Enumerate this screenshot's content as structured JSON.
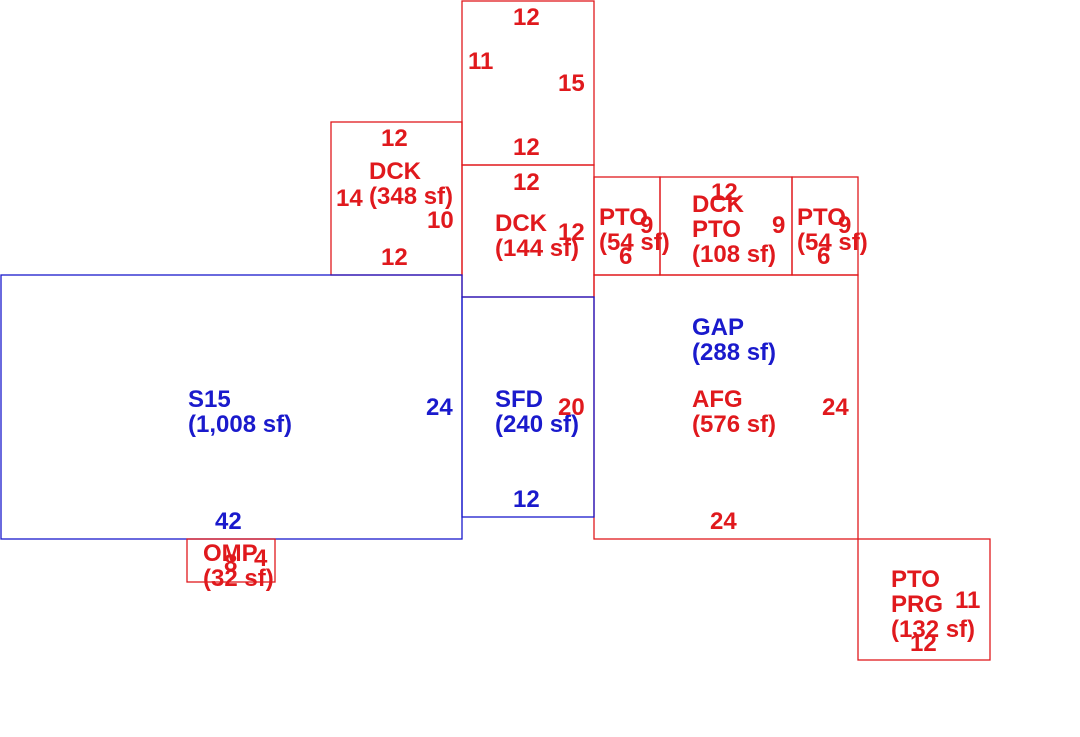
{
  "colors": {
    "red": "#e0191d",
    "blue": "#1a1acc",
    "background": "#ffffff"
  },
  "areas": {
    "dck_top": {
      "code": "DCK",
      "size": "(348 sf)",
      "color": "red"
    },
    "dck_mid": {
      "code": "DCK",
      "size": "(144 sf)",
      "color": "red"
    },
    "pto_left": {
      "code": "PTO",
      "size": "(54 sf)",
      "color": "red"
    },
    "dck_pto": {
      "code1": "DCK",
      "code2": "PTO",
      "size": "(108 sf)",
      "color": "red"
    },
    "pto_right": {
      "code": "PTO",
      "size": "(54 sf)",
      "color": "red"
    },
    "gap": {
      "code": "GAP",
      "size": "(288 sf)",
      "color": "blue"
    },
    "afg": {
      "code": "AFG",
      "size": "(576 sf)",
      "color": "red"
    },
    "s15": {
      "code": "S15",
      "size": "(1,008 sf)",
      "color": "blue"
    },
    "sfd": {
      "code": "SFD",
      "size": "(240 sf)",
      "color": "blue"
    },
    "omp": {
      "code": "OMP",
      "size": "(32 sf)",
      "color": "red"
    },
    "pto_prg": {
      "code1": "PTO",
      "code2": "PRG",
      "size": "(132 sf)",
      "color": "red"
    }
  },
  "dims": {
    "top_ext_top": "12",
    "top_ext_left": "11",
    "top_ext_right": "15",
    "top_ext_bottom": "12",
    "dck348_top": "12",
    "dck348_left": "14",
    "dck348_right": "10",
    "dck348_bottom": "12",
    "dck144_top": "12",
    "dck144_right": "12",
    "pto_left_right": "9",
    "pto_left_bottom": "6",
    "dckpto_top": "12",
    "dckpto_right": "9",
    "pto_right_right": "9",
    "pto_right_bottom": "6",
    "s15_right": "24",
    "s15_bottom": "42",
    "sfd_right": "20",
    "sfd_bottom": "12",
    "afg_right": "24",
    "afg_bottom": "24",
    "omp_bottom": "8",
    "omp_right": "4",
    "prg_right": "11",
    "prg_bottom": "12"
  }
}
